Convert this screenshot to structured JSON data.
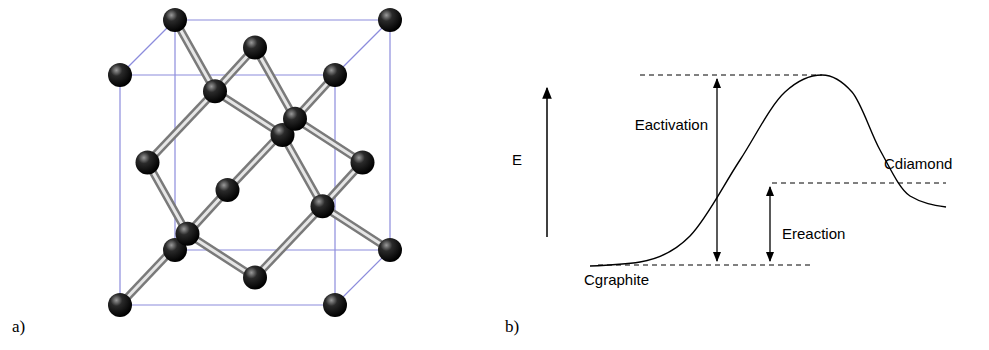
{
  "diagram": {
    "labels": [
      "a)",
      "b)",
      "E",
      "Eactivation",
      "Ereaction",
      "Cgraphite",
      "Cdiamond"
    ]
  }
}
